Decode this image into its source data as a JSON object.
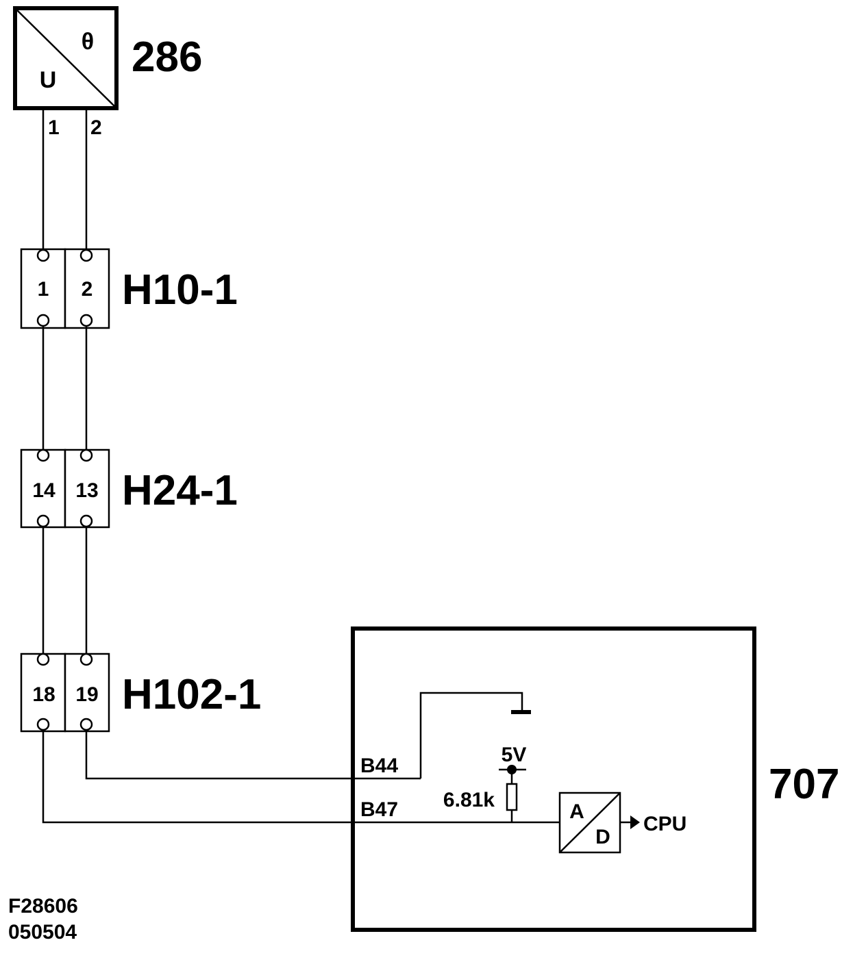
{
  "components": {
    "sensor": {
      "id": "286",
      "symbol_top": "θ",
      "symbol_bottom": "U",
      "pin1": "1",
      "pin2": "2"
    },
    "connector_h10": {
      "id": "H10-1",
      "left_pin": "1",
      "right_pin": "2"
    },
    "connector_h24": {
      "id": "H24-1",
      "left_pin": "14",
      "right_pin": "13"
    },
    "connector_h102": {
      "id": "H102-1",
      "left_pin": "18",
      "right_pin": "19"
    },
    "ecu": {
      "id": "707",
      "pin_b44": "B44",
      "pin_b47": "B47",
      "supply_label": "5V",
      "resistor_label": "6.81k",
      "adc_top": "A",
      "adc_bottom": "D",
      "output_label": "CPU"
    }
  },
  "footer": {
    "drawing_number": "F28606",
    "date_code": "050504"
  }
}
